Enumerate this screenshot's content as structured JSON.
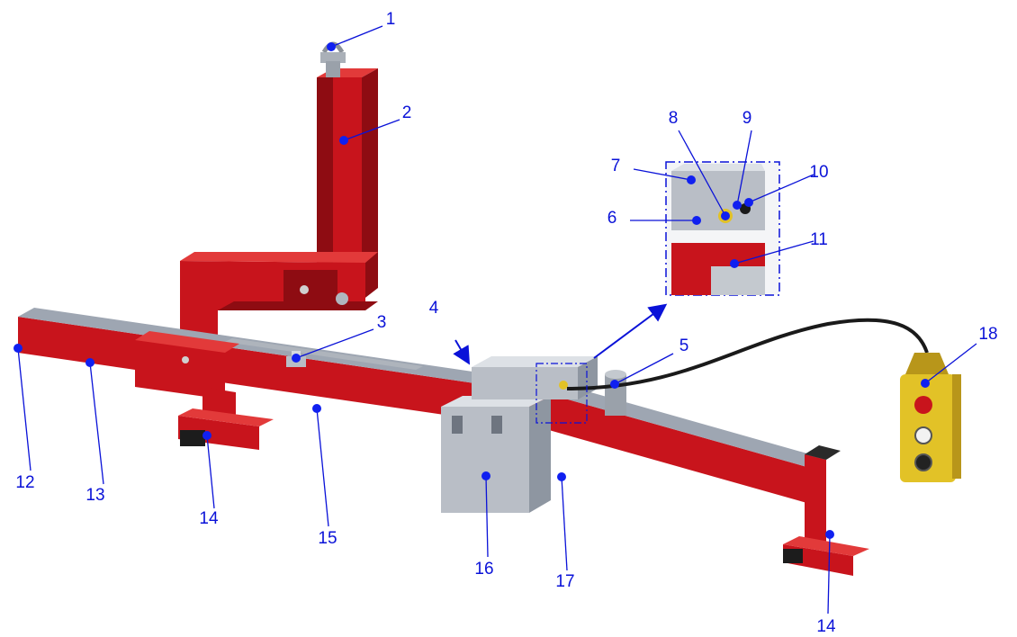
{
  "colors": {
    "frame": "#c8141c",
    "frame_dark": "#8e0c12",
    "frame_light": "#e23a3a",
    "metal": "#b9bec6",
    "metal_light": "#dde1e6",
    "metal_dark": "#8e96a1",
    "pendant": "#e2c227",
    "pendant_dark": "#b8961a",
    "cable": "#1a1a1a",
    "callout": "#0a12d8",
    "callout_dot": "#1020f0"
  },
  "callouts": [
    "1",
    "2",
    "3",
    "4",
    "5",
    "6",
    "7",
    "8",
    "9",
    "10",
    "11",
    "12",
    "13",
    "14",
    "15",
    "16",
    "17",
    "18",
    "14"
  ],
  "icons": {
    "arrow_to_detail": "arrow-icon",
    "emergency_stop": "stop-button-icon",
    "start": "start-button-icon",
    "stop": "stop-black-button-icon"
  }
}
